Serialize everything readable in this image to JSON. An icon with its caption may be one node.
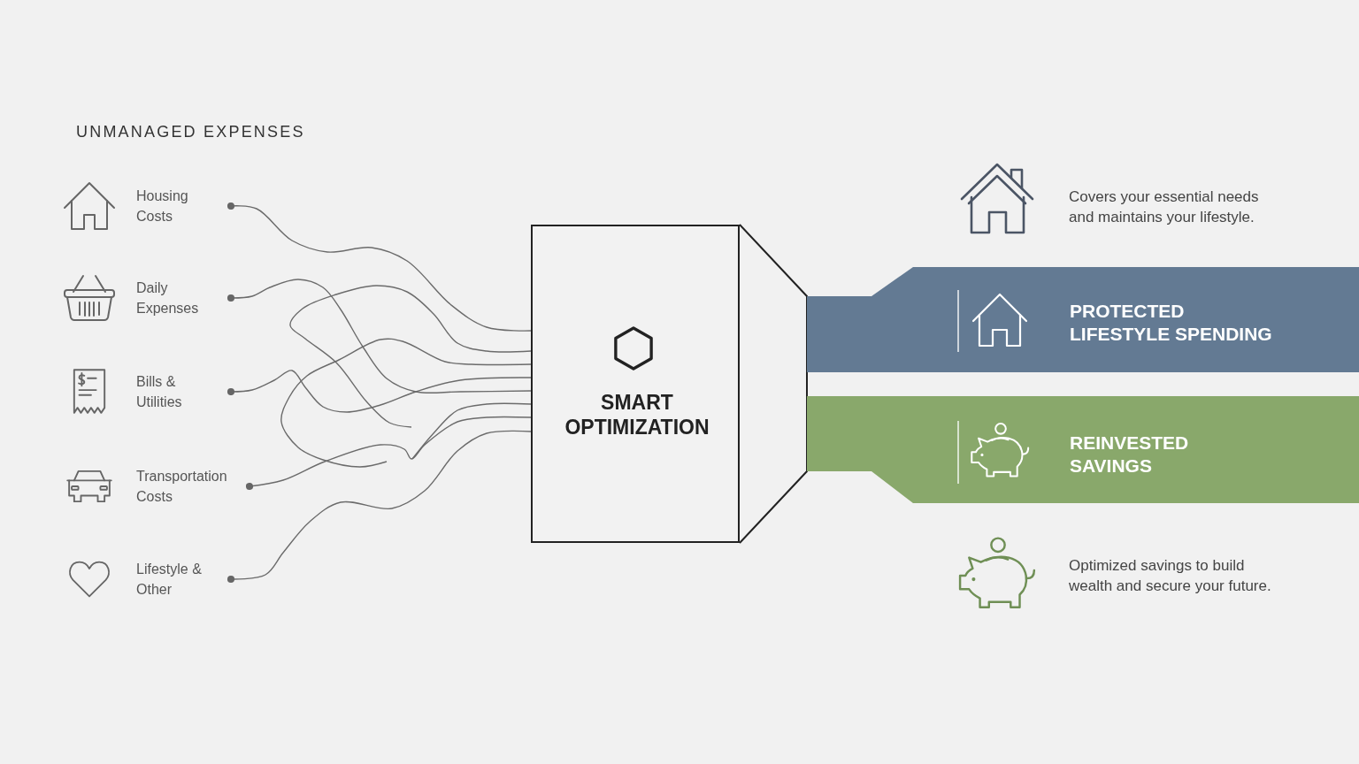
{
  "diagram": {
    "nodes": [
      {
        "text": [
          "Housing Costs"
        ]
      },
      {
        "text": [
          "Daily Expenses"
        ]
      },
      {
        "text": [
          "Bills & Utilities"
        ]
      },
      {
        "text": [
          "Transportation Costs"
        ]
      },
      {
        "text": [
          "Lifestyle & Other"
        ]
      },
      {
        "text": [
          "SMART OPTIMIZATION"
        ]
      },
      {
        "text": [
          "PROTECTED LIFESTYLE SPENDING"
        ],
        "beside": [
          "Covers your essential needs and maintains your lifestyle."
        ]
      },
      {
        "text": [
          "REINVESTED SAVINGS"
        ],
        "beside": [
          "Optimized savings to build wealth and secure your future."
        ]
      }
    ],
    "edges": [
      {
        "from": 0,
        "to": 5,
        "arrow": "other"
      },
      {
        "from": 1,
        "to": 5,
        "arrow": "other"
      },
      {
        "from": 2,
        "to": 5,
        "arrow": "other"
      },
      {
        "from": 3,
        "to": 5,
        "arrow": "other"
      },
      {
        "from": 4,
        "to": 5,
        "arrow": "other"
      },
      {
        "from": null,
        "to": 5,
        "arrow": "none"
      },
      {
        "from": null,
        "to": 5,
        "arrow": "none"
      },
      {
        "from": null,
        "to": 5,
        "arrow": "none"
      }
    ],
    "labels": [
      "UNMANAGED EXPENSES"
    ]
  }
}
